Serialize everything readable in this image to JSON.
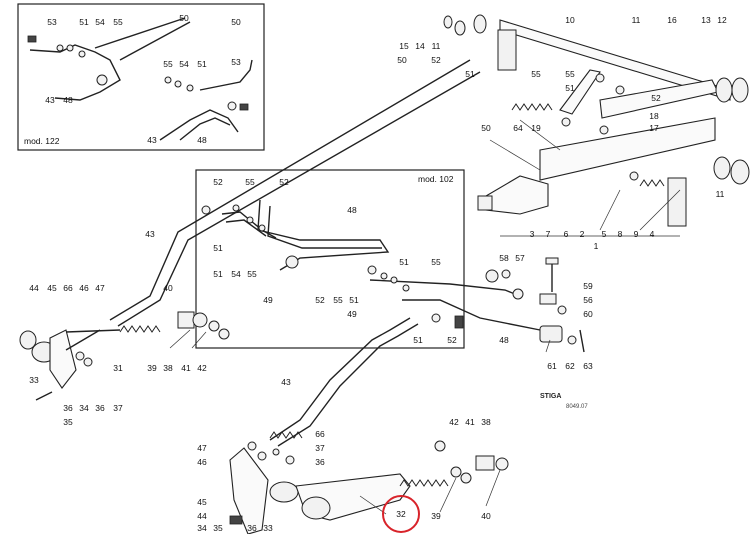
{
  "insets": [
    {
      "id": "mod-122",
      "title": "mod. 122"
    },
    {
      "id": "mod-102",
      "title": "mod. 102"
    }
  ],
  "brand": {
    "logo_text": "STIGA",
    "code": "8049.07"
  },
  "highlight": {
    "label": "32",
    "color": "#d8232a"
  },
  "callouts": {
    "inset_122": [
      "53",
      "51",
      "54",
      "55",
      "50",
      "50",
      "55",
      "54",
      "51",
      "53",
      "43",
      "48",
      "43",
      "48"
    ],
    "top": [
      "10",
      "11",
      "16",
      "13",
      "12",
      "15",
      "14",
      "11",
      "52",
      "50",
      "51",
      "55",
      "55",
      "51",
      "52",
      "64",
      "19",
      "18",
      "17",
      "50"
    ],
    "frame": [
      "3",
      "7",
      "6",
      "2",
      "5",
      "8",
      "9",
      "4",
      "1",
      "11"
    ],
    "inset_102": [
      "52",
      "55",
      "52",
      "48",
      "51",
      "51",
      "54",
      "55",
      "49",
      "51",
      "55",
      "52",
      "55",
      "51",
      "49",
      "51",
      "52"
    ],
    "middle": [
      "43",
      "44",
      "45",
      "66",
      "46",
      "47",
      "40",
      "33",
      "39",
      "38",
      "41",
      "42",
      "31",
      "36",
      "34",
      "36",
      "37",
      "35",
      "58",
      "57",
      "59",
      "56",
      "60",
      "48",
      "61",
      "62",
      "63"
    ],
    "bottom": [
      "43",
      "66",
      "47",
      "37",
      "46",
      "36",
      "45",
      "44",
      "34",
      "35",
      "36",
      "33",
      "42",
      "41",
      "38",
      "39",
      "40",
      "32"
    ]
  }
}
